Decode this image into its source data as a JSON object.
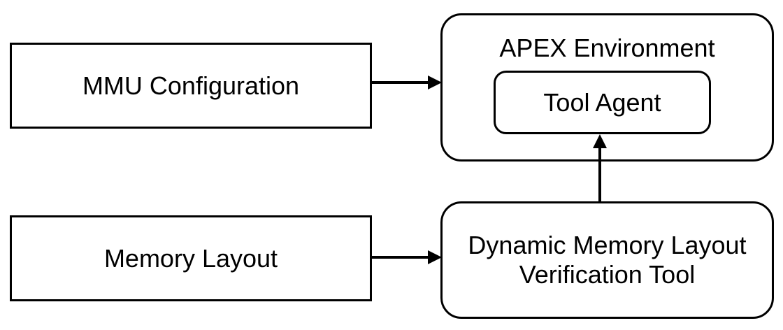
{
  "diagram": {
    "nodes": {
      "mmu_configuration": {
        "label": "MMU Configuration"
      },
      "memory_layout": {
        "label": "Memory Layout"
      },
      "apex_environment": {
        "label": "APEX Environment"
      },
      "tool_agent": {
        "label": "Tool Agent"
      },
      "verification_tool": {
        "label": "Dynamic Memory Layout\nVerification Tool"
      }
    },
    "edges": [
      {
        "from": "mmu_configuration",
        "to": "apex_environment"
      },
      {
        "from": "memory_layout",
        "to": "verification_tool"
      },
      {
        "from": "verification_tool",
        "to": "tool_agent"
      }
    ],
    "colors": {
      "stroke": "#000000",
      "fill": "#ffffff",
      "text": "#000000"
    }
  }
}
